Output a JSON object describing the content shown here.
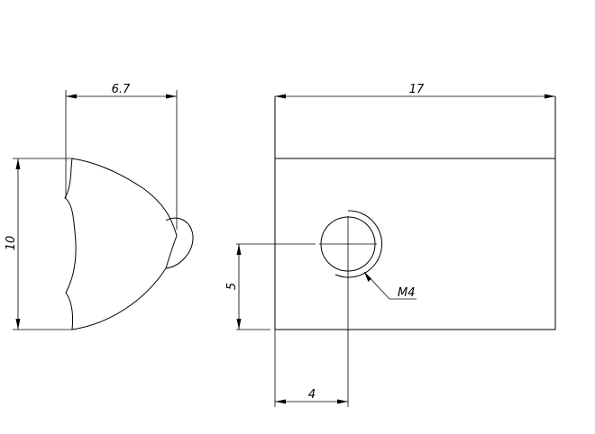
{
  "dimensions": {
    "side_width": "6.7",
    "side_height": "10",
    "front_width": "17",
    "hole_height": "5",
    "hole_offset": "4"
  },
  "thread_label": "M4"
}
